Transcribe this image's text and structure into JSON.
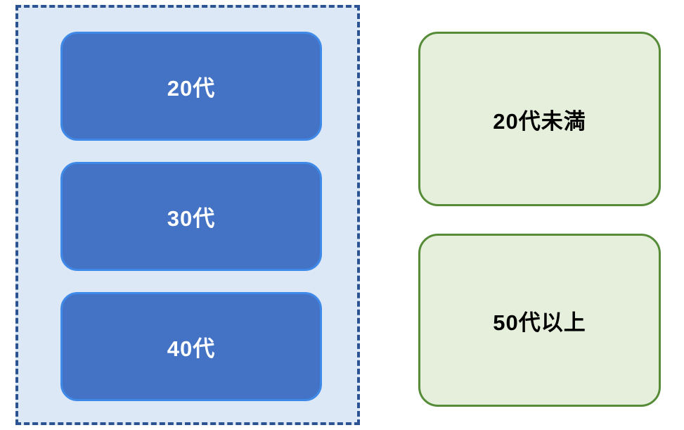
{
  "diagram": {
    "group": {
      "items": [
        {
          "label": "20代"
        },
        {
          "label": "30代"
        },
        {
          "label": "40代"
        }
      ]
    },
    "standalone": [
      {
        "label": "20代未満"
      },
      {
        "label": "50代以上"
      }
    ],
    "colors": {
      "container_background": "#dce8f5",
      "container_border": "#2b5391",
      "blue_shape_fill": "#4473c5",
      "blue_shape_border": "#3f89e8",
      "blue_shape_text": "#ffffff",
      "green_shape_fill": "#e5efdc",
      "green_shape_border": "#568b37",
      "green_shape_text": "#000000",
      "page_background": "#ffffff"
    }
  }
}
